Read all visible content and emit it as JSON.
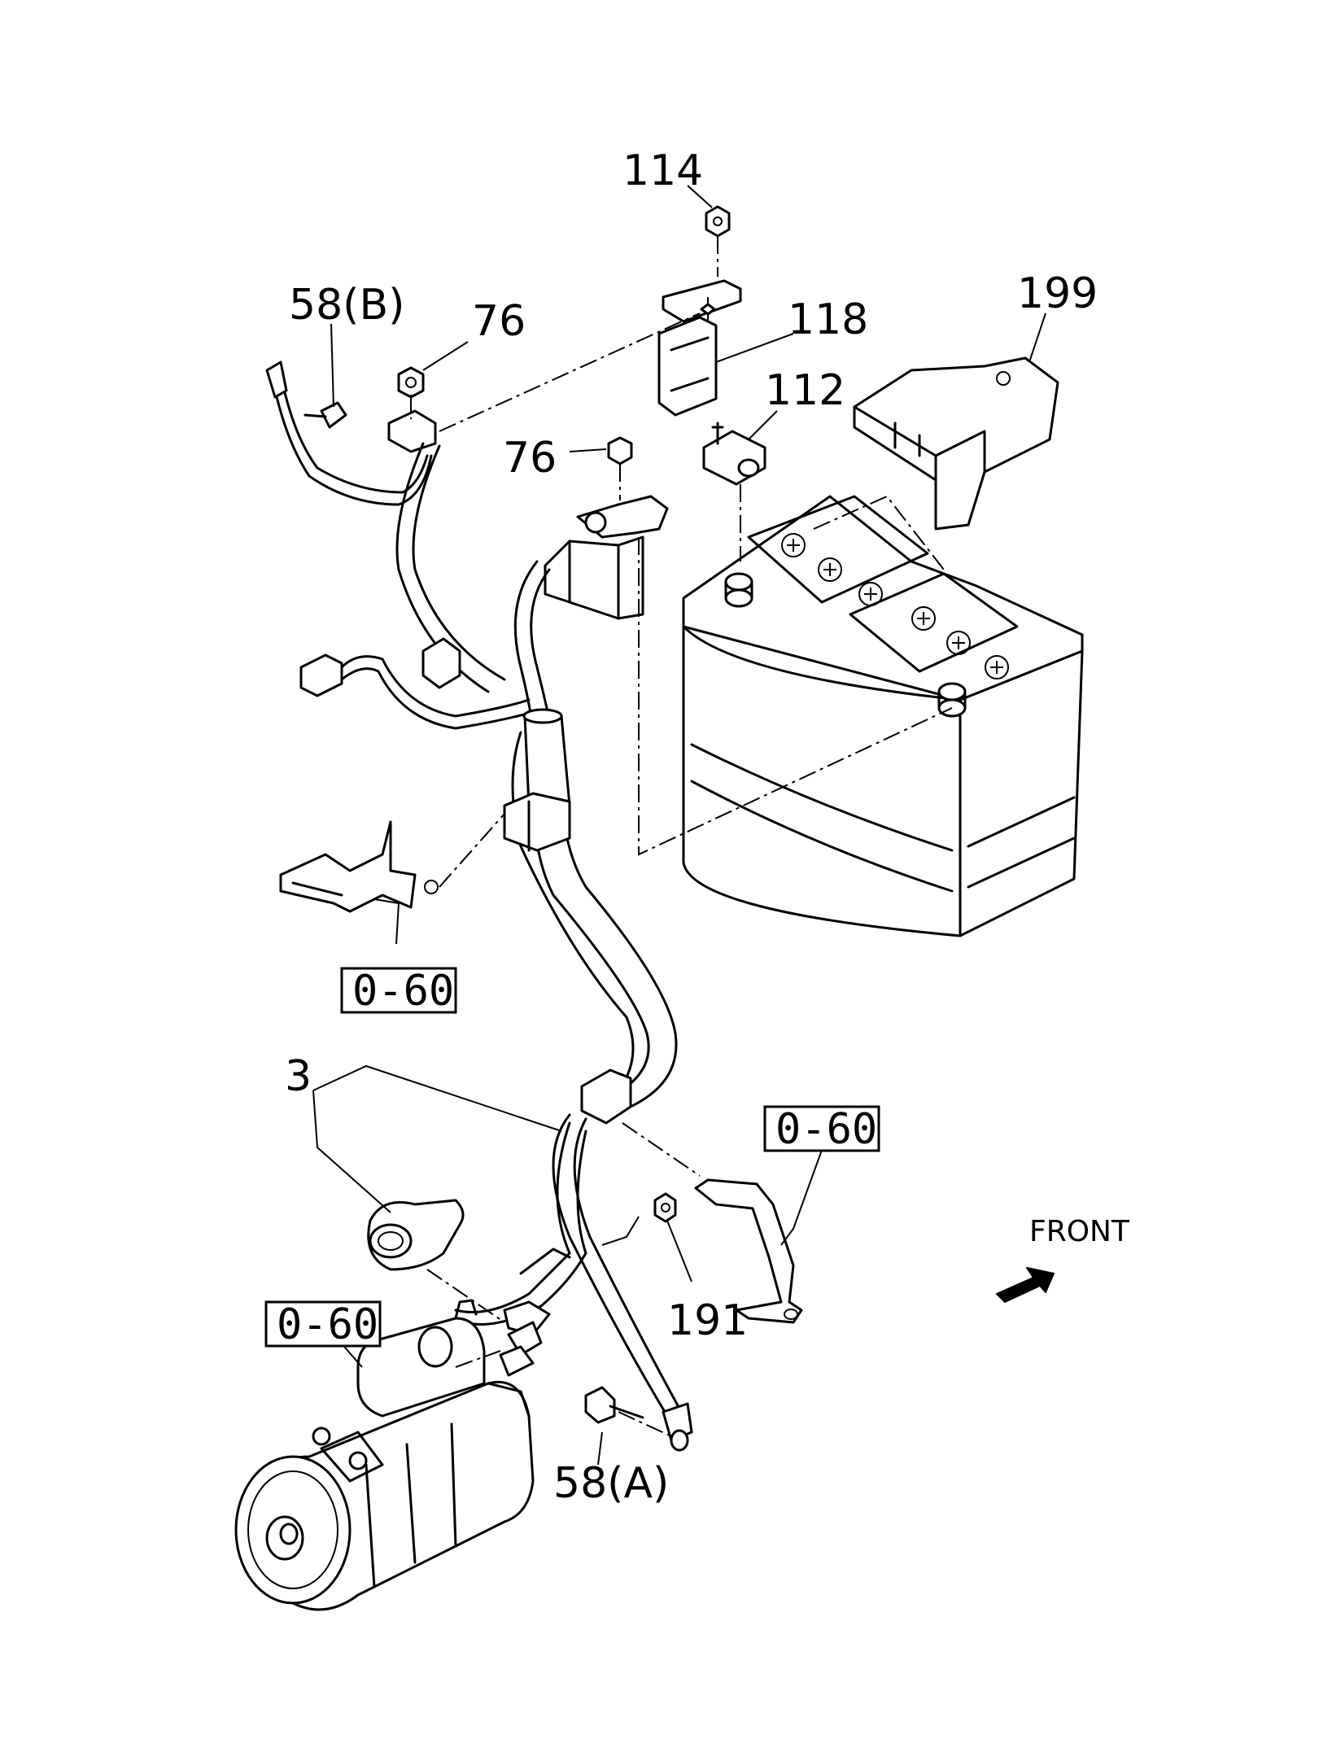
{
  "callouts": {
    "c114": "114",
    "c58b": "58(B)",
    "c76a": "76",
    "c118": "118",
    "c199": "199",
    "c112": "112",
    "c76b": "76",
    "c3": "3",
    "c191": "191",
    "c58a": "58(A)"
  },
  "ref_boxes": {
    "box1": "0-60",
    "box2": "0-60",
    "box3": "0-60"
  },
  "front_label": "FRONT"
}
